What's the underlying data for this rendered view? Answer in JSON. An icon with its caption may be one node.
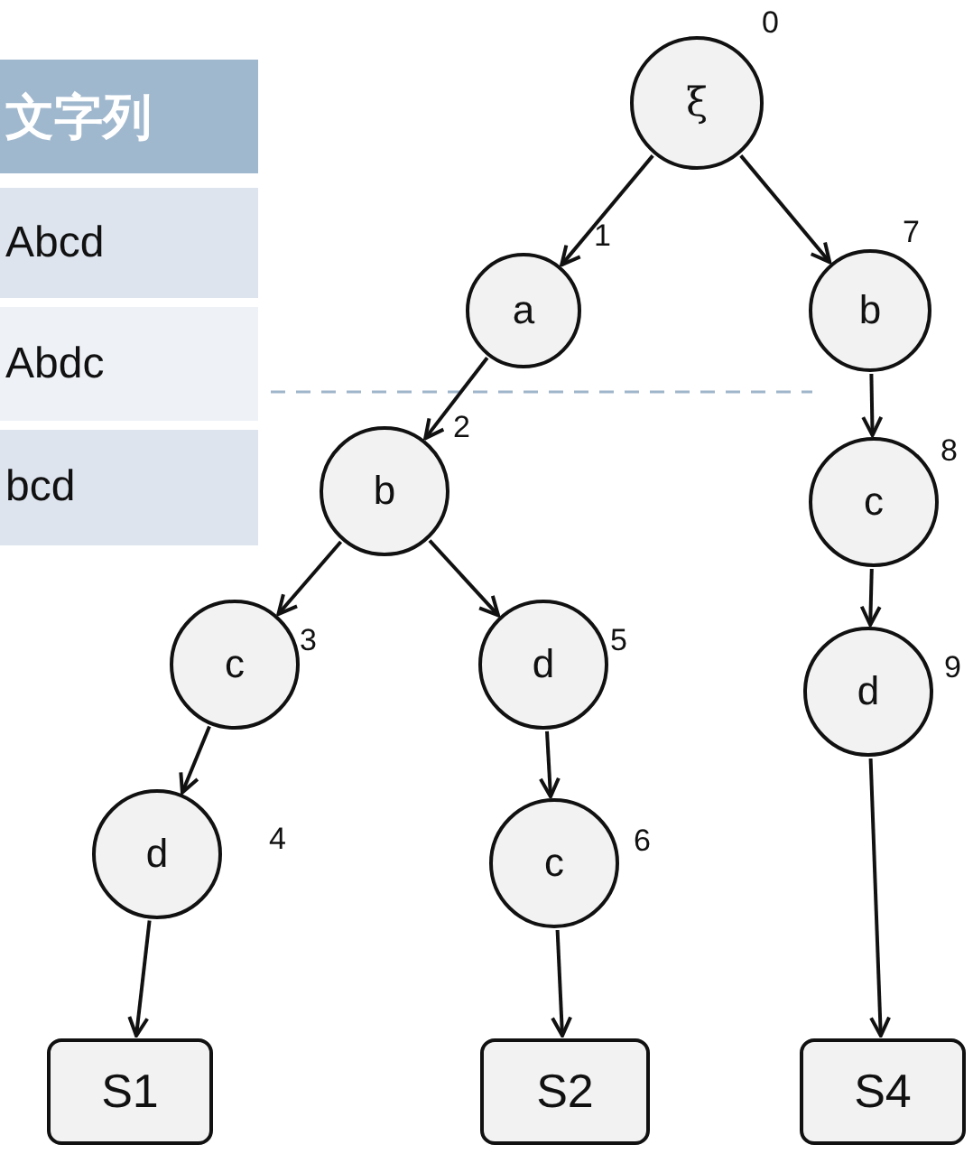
{
  "diagram": {
    "nodes": [
      {
        "text": [
          "ξ"
        ],
        "beside": [
          "0"
        ]
      },
      {
        "text": [
          "a"
        ],
        "beside": [
          "1"
        ]
      },
      {
        "text": [
          "b"
        ],
        "beside": [
          "2"
        ]
      },
      {
        "text": [
          "c"
        ],
        "beside": [
          "3"
        ]
      },
      {
        "text": [
          "d"
        ],
        "beside": [
          "4"
        ]
      },
      {
        "text": [
          "d"
        ],
        "beside": [
          "5"
        ]
      },
      {
        "text": [
          "c"
        ],
        "beside": [
          "6"
        ]
      },
      {
        "text": [
          "b"
        ],
        "beside": [
          "7"
        ]
      },
      {
        "text": [
          "c"
        ],
        "beside": [
          "8"
        ]
      },
      {
        "text": [
          "d"
        ],
        "beside": [
          "9"
        ]
      },
      {
        "text": [
          "S1"
        ]
      },
      {
        "text": [
          "S2"
        ]
      },
      {
        "text": [
          "S4"
        ]
      }
    ],
    "edges": [
      {
        "from": 0,
        "to": 1,
        "arrow": "to"
      },
      {
        "from": 0,
        "to": 7,
        "arrow": "to"
      },
      {
        "from": 1,
        "to": 2,
        "arrow": "to"
      },
      {
        "from": 2,
        "to": 3,
        "arrow": "to"
      },
      {
        "from": 2,
        "to": 5,
        "arrow": "to"
      },
      {
        "from": 3,
        "to": 4,
        "arrow": "to"
      },
      {
        "from": 4,
        "to": 10,
        "arrow": "to"
      },
      {
        "from": 5,
        "to": 6,
        "arrow": "to"
      },
      {
        "from": 6,
        "to": 11,
        "arrow": "to"
      },
      {
        "from": 7,
        "to": 8,
        "arrow": "to"
      },
      {
        "from": 8,
        "to": 9,
        "arrow": "to"
      },
      {
        "from": 9,
        "to": 12,
        "arrow": "to"
      }
    ],
    "labels": [
      "文字列",
      "Abcd",
      "Abdc",
      "bcd"
    ]
  }
}
